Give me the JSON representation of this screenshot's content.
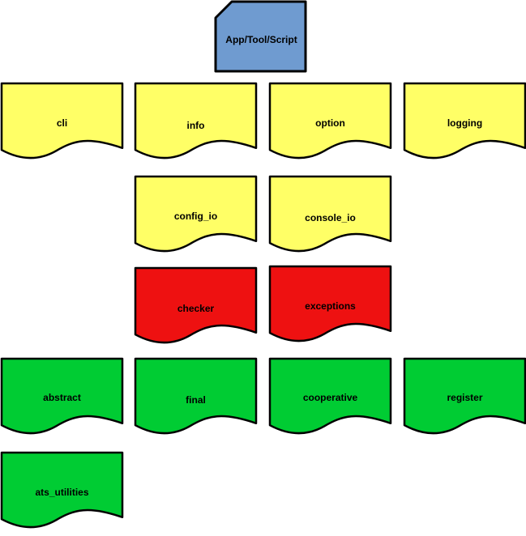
{
  "colors": {
    "app": "#6F9BD0",
    "yellow": "#FFFF66",
    "red": "#EE1111",
    "green": "#00CC33",
    "stroke": "#000000"
  },
  "root": {
    "label": "App/Tool/Script",
    "shape": "card",
    "color": "app"
  },
  "modules": [
    {
      "key": "cli",
      "label": "cli",
      "color": "yellow"
    },
    {
      "key": "info",
      "label": "info",
      "color": "yellow"
    },
    {
      "key": "option",
      "label": "option",
      "color": "yellow"
    },
    {
      "key": "logging",
      "label": "logging",
      "color": "yellow"
    },
    {
      "key": "config-io",
      "label": "config_io",
      "color": "yellow"
    },
    {
      "key": "console-io",
      "label": "console_io",
      "color": "yellow"
    },
    {
      "key": "checker",
      "label": "checker",
      "color": "red"
    },
    {
      "key": "exceptions",
      "label": "exceptions",
      "color": "red"
    },
    {
      "key": "abstract",
      "label": "abstract",
      "color": "green"
    },
    {
      "key": "final",
      "label": "final",
      "color": "green"
    },
    {
      "key": "cooperative",
      "label": "cooperative",
      "color": "green"
    },
    {
      "key": "register",
      "label": "register",
      "color": "green"
    },
    {
      "key": "ats-utilities",
      "label": "ats_utilities",
      "color": "green"
    }
  ]
}
